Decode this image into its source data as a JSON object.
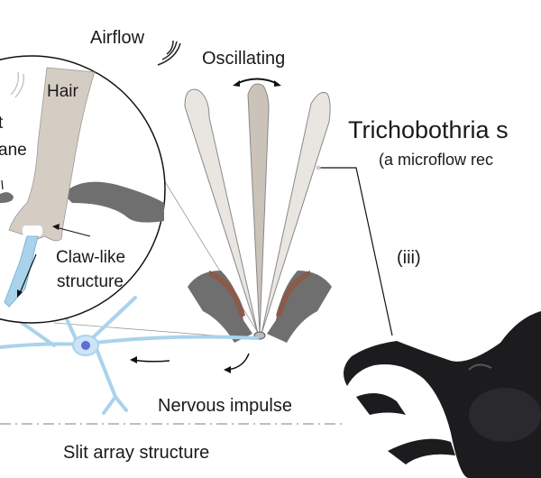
{
  "labels": {
    "airflow": "Airflow",
    "oscillating": "Oscillating",
    "hair": "Hair",
    "membrane_partial_1": "t",
    "membrane_partial_2": "ane",
    "claw_line1": "Claw-like",
    "claw_line2": "structure",
    "title": "Trichobothria s",
    "subtitle": "(a microflow rec",
    "panel": "(iii)",
    "nervous": "Nervous impulse",
    "slit": "Slit array structure"
  },
  "colors": {
    "hair": "#d5cdc4",
    "hair_dark": "#c2b8ad",
    "socket": "#6f6f6f",
    "socket_brown": "#8a5a4a",
    "neuron": "#a9d3ec",
    "nucleus": "#5b6fd6",
    "scorpion": "#1c1c1e"
  }
}
